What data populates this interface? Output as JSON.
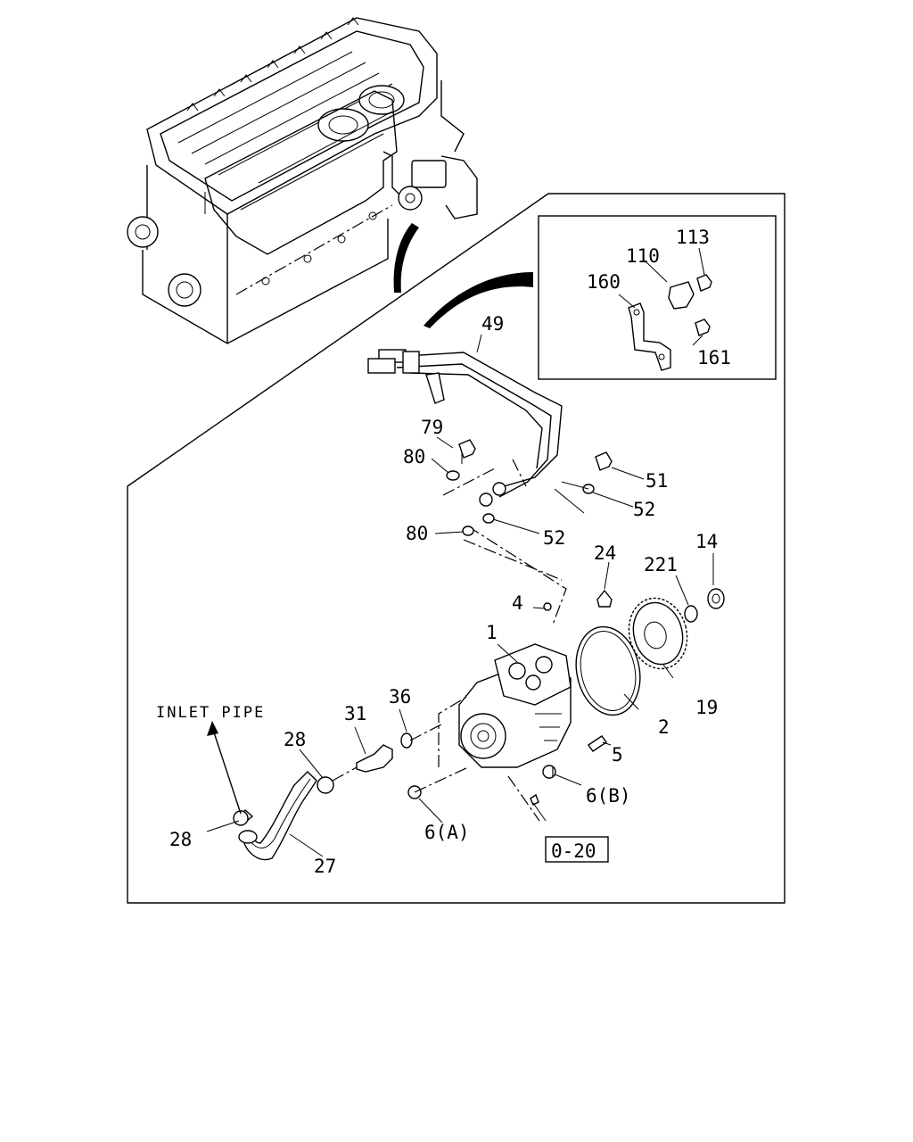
{
  "labels": {
    "p1": "1",
    "p2": "2",
    "p4": "4",
    "p5": "5",
    "p6a": "6(A)",
    "p6b": "6(B)",
    "p14": "14",
    "p19": "19",
    "p24": "24",
    "p27": "27",
    "p28a": "28",
    "p28b": "28",
    "p31": "31",
    "p36": "36",
    "p49": "49",
    "p51": "51",
    "p52a": "52",
    "p52b": "52",
    "p79": "79",
    "p80a": "80",
    "p80b": "80",
    "p110": "110",
    "p113": "113",
    "p160": "160",
    "p161": "161",
    "p221": "221",
    "inlet_pipe": "INLET PIPE",
    "ref_box": "0-20"
  }
}
